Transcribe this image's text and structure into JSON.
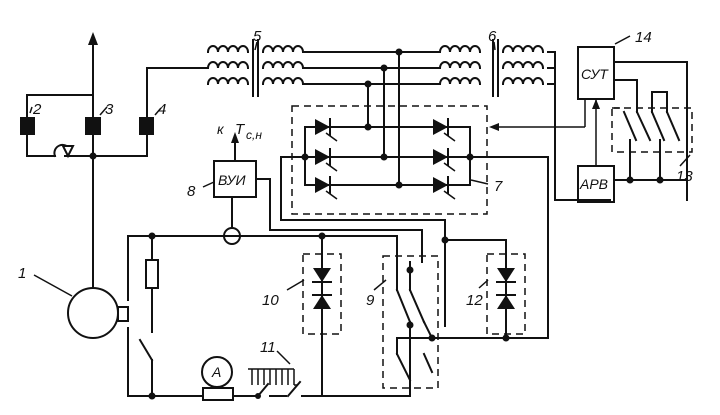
{
  "labels": {
    "n1": "1",
    "n2": "2",
    "n3": "3",
    "n4": "4",
    "n5": "5",
    "n6": "6",
    "n7": "7",
    "n8": "8",
    "n9": "9",
    "n10": "10",
    "n11": "11",
    "n12": "12",
    "n13": "13",
    "n14": "14"
  },
  "blocks": {
    "vui": "ВУИ",
    "sut": "СУТ",
    "arv": "АРВ",
    "ammeter": "A"
  },
  "output": {
    "prefix": "к",
    "symbol": "T",
    "subscript": "с,н"
  }
}
